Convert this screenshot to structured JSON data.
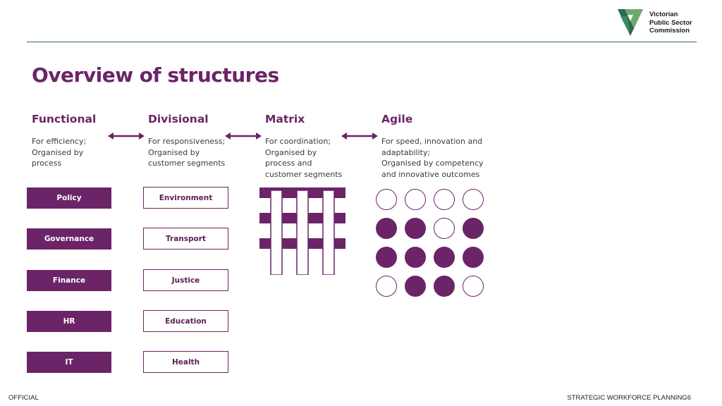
{
  "brand": {
    "name_lines": "Victorian\nPublic Sector\nCommission",
    "colors": {
      "primary": "#6b2467",
      "accent_green": "#2b6b4f"
    }
  },
  "title": "Overview of structures",
  "columns": [
    {
      "heading": "Functional",
      "description": "For efficiency;\nOrganised by\nprocess"
    },
    {
      "heading": "Divisional",
      "description": "For responsiveness;\nOrganised by\ncustomer segments"
    },
    {
      "heading": "Matrix",
      "description": "For coordination;\nOrganised by\nprocess and\ncustomer segments"
    },
    {
      "heading": "Agile",
      "description": "For speed, innovation and\nadaptability;\nOrganised by competency\nand innovative outcomes"
    }
  ],
  "functional_items": [
    "Policy",
    "Governance",
    "Finance",
    "HR",
    "IT"
  ],
  "divisional_items": [
    "Environment",
    "Transport",
    "Justice",
    "Education",
    "Health"
  ],
  "agile_grid": [
    [
      false,
      false,
      false,
      false
    ],
    [
      true,
      true,
      false,
      true
    ],
    [
      true,
      true,
      true,
      true
    ],
    [
      false,
      true,
      true,
      false
    ]
  ],
  "footer": {
    "classification": "OFFICIAL",
    "section": "STRATEGIC WORKFORCE PLANNING",
    "page_number": "6"
  }
}
